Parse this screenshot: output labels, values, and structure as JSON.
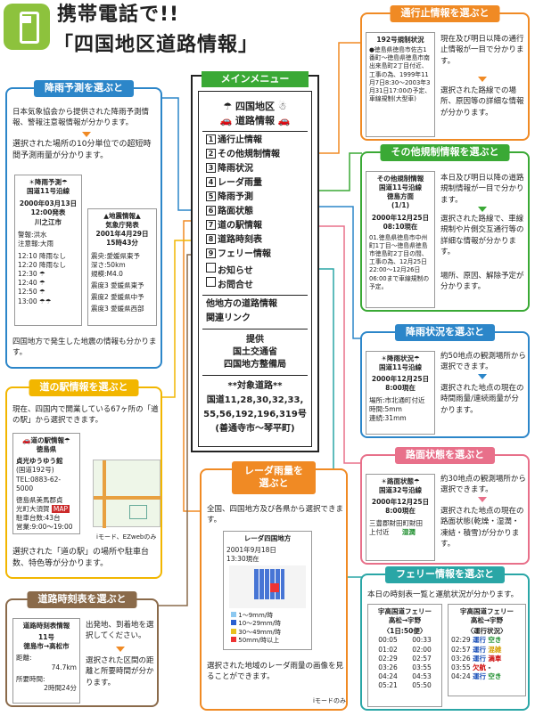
{
  "header": {
    "title_line1": "携帯電話で!!",
    "title_line2": "「四国地区道路情報」"
  },
  "main_menu": {
    "label": "メインメニュー",
    "heading1": "四国地区",
    "heading2": "道路情報",
    "items": [
      {
        "num": "1",
        "label": "通行止情報"
      },
      {
        "num": "2",
        "label": "その他規制情報"
      },
      {
        "num": "3",
        "label": "降雨状況"
      },
      {
        "num": "4",
        "label": "レーダ雨量"
      },
      {
        "num": "5",
        "label": "降雨予測"
      },
      {
        "num": "6",
        "label": "路面状態"
      },
      {
        "num": "7",
        "label": "道の駅情報"
      },
      {
        "num": "8",
        "label": "道路時刻表"
      },
      {
        "num": "9",
        "label": "フェリー情報"
      },
      {
        "num": "",
        "label": "お知らせ"
      },
      {
        "num": "",
        "label": "お問合せ"
      }
    ],
    "link_line1": "他地方の道路情報",
    "link_line2": "関連リンク",
    "provider1": "提供",
    "provider2": "国土交通省",
    "provider3": "四国地方整備局",
    "roads_title": "**対象道路**",
    "roads_line1": "国道11,28,30,32,33,",
    "roads_line2": "55,56,192,196,319号",
    "roads_line3": "(善通寺市～琴平町)"
  },
  "closure": {
    "title": "通行止情報を選ぶと",
    "mini_title": "192号規制状況",
    "mini_text": "●徳島県徳島市佐古1番町～徳島県徳島市南出来島町2丁目付近、工事の為、1999年11月7日8:30～2003年3月31日17:00の予定、車線規制(大型車)",
    "desc1": "現在及び明日以降の通行止情報が一目で分かります。",
    "desc2": "選択された路線での場所、原因等の詳細な情報が分かります。"
  },
  "other_reg": {
    "title": "その他規制情報を選ぶと",
    "mini_title1": "その他規制情報",
    "mini_title2": "国道11号沿線",
    "mini_title3": "徳島方面",
    "mini_title4": "(1/1)",
    "mini_date": "2000年12月25日",
    "mini_time": "08:10現在",
    "mini_text": "01.徳島県徳島市中州町1丁目～徳島県徳島市徳島町2丁目の間、工事の為、12月25日22:00～12月26日06:00まで車線規制の予定。",
    "desc1": "本日及び明日以降の道路規制情報が一目で分かります。",
    "desc2": "選択された路線で、車線規制や片側交互通行等の詳細な情報が分かります。",
    "desc3": "場所、原因、解除予定が分かります。"
  },
  "rain_forecast": {
    "title": "降雨予測を選ぶと",
    "desc1": "日本気象協会から提供された降雨予測情報、警報注意報情報が分かります。",
    "desc2": "選択された場所の10分単位での超短時間予測雨量が分かります。",
    "mini1_title1": "☀降雨予測☂",
    "mini1_title2": "国道11号沿線",
    "mini1_date": "2000年03月13日",
    "mini1_time": "12:00発表",
    "mini1_place": "川之江市",
    "mini1_warn1": "警報:洪水",
    "mini1_warn2": "注意報:大雨",
    "mini1_rows": [
      "12:10  降雨なし",
      "12:20  降雨なし",
      "12:30  ☂",
      "12:40  ☂",
      "12:50  ☂",
      "13:00  ☂☂"
    ],
    "mini2_title": "地震情報",
    "mini2_src": "気象庁発表",
    "mini2_date": "2001年4月29日",
    "mini2_time": "15時43分",
    "mini2_rows": [
      "震央:愛媛県東予",
      "深さ:50km",
      "規模:M4.0",
      "震度3   愛媛県東予",
      "震度2   愛媛県中予",
      "震度3   愛媛県西部"
    ],
    "desc3": "四国地方で発生した地震の情報も分かります。"
  },
  "rain_status": {
    "title": "降雨状況を選ぶと",
    "mini_title1": "☀降雨状況☂",
    "mini_title2": "国道11号沿線",
    "mini_date": "2000年12月25日",
    "mini_time": "8:00現在",
    "mini_place": "場所:市北通町付近",
    "mini_hour": "時間:5mm",
    "mini_cont": "連続:31mm",
    "desc1": "約50地点の観測場所から選択できます。",
    "desc2": "選択された地点の現在の時間雨量/連続雨量が分かります。"
  },
  "road_station": {
    "title": "道の駅情報を選ぶと",
    "desc1": "現在、四国内で開業している67ヶ所の「道の駅」から選択できます。",
    "mini_title1": "道の駅情報",
    "mini_title2": "徳島県",
    "mini_name": "貞光ゆうゆう館",
    "mini_route": "(国道192号)",
    "mini_tel": "TEL:0883-62-5000",
    "mini_addr1": "徳島県美馬郡貞",
    "mini_addr2": "光町大須賀",
    "mini_map": "MAP",
    "mini_parking": "駐車台数:43台",
    "mini_hours": "営業:9:00～19:00",
    "note": "iモード、EZwebのみ",
    "desc2": "選択された「道の駅」の場所や駐車台数、特色等が分かります。"
  },
  "timetable": {
    "title": "道路時刻表を選ぶと",
    "mini_title": "道路時刻表情報",
    "mini_route": "11号",
    "mini_section": "徳島市→高松市",
    "mini_dist_label": "距離:",
    "mini_dist": "74.7km",
    "mini_time_label": "所要時間:",
    "mini_time": "2時間24分",
    "desc1": "出発地、到着地を選択してください。",
    "desc2": "選択された区間の距離と所要時間が分かります。"
  },
  "radar": {
    "title1": "レーダ雨量を",
    "title2": "選ぶと",
    "desc1": "全国、四国地方及び各県から選択できます。",
    "mini_title": "レーダ四国地方",
    "mini_date": "2001年9月18日",
    "mini_time": "13:30現在",
    "legend": [
      "1～9mm/時",
      "10～29mm/時",
      "30～49mm/時",
      "50mm/時以上"
    ],
    "desc2": "選択された地域のレーダ雨量の画像を見ることができます。",
    "note": "iモードのみ"
  },
  "road_surface": {
    "title": "路面状態を選ぶと",
    "mini_title1": "☀路面状態☂",
    "mini_title2": "国道32号沿線",
    "mini_date": "2000年12月25日",
    "mini_time": "8:00現在",
    "mini_place1": "三豊郡財田町財田",
    "mini_place2": "上付近",
    "mini_state": "湿潤",
    "desc1": "約30地点の観測場所から選択できます。",
    "desc2": "選択された地点の現在の路面状態(乾燥・湿潤・凍結・積雪)が分かります。"
  },
  "ferry": {
    "title": "フェリー情報を選ぶと",
    "desc1": "本日の時刻表一覧と運航状況が分かります。",
    "mini1_title1": "宇高国道フェリー",
    "mini1_title2": "高松→宇野",
    "mini1_head": "〈1日:50便〉",
    "mini1_rows": [
      [
        "00:05",
        "00:33"
      ],
      [
        "01:02",
        "02:00"
      ],
      [
        "02:29",
        "02:57"
      ],
      [
        "03:26",
        "03:55"
      ],
      [
        "04:24",
        "04:53"
      ],
      [
        "05:21",
        "05:50"
      ]
    ],
    "mini2_title1": "宇高国道フェリー",
    "mini2_title2": "高松→宇野",
    "mini2_head": "〈運行状況〉",
    "mini2_rows": [
      [
        "02:29",
        "運行",
        "空き"
      ],
      [
        "02:57",
        "運行",
        "混雑"
      ],
      [
        "03:26",
        "運行",
        "満車"
      ],
      [
        "03:55",
        "欠航",
        "-"
      ],
      [
        "04:24",
        "運行",
        "空き"
      ]
    ],
    "colors": {
      "empty": "#1a8c2a",
      "busy": "#d4a000",
      "full": "#cc0000",
      "cancel": "#cc0000",
      "run": "#1a4fb8"
    }
  },
  "colors": {
    "orange": "#f08a24",
    "green": "#3aa935",
    "blue": "#2c86c9",
    "yellow": "#f2b600",
    "pink": "#e8708a",
    "brown": "#8a6a4a",
    "teal": "#2aa6a6"
  }
}
